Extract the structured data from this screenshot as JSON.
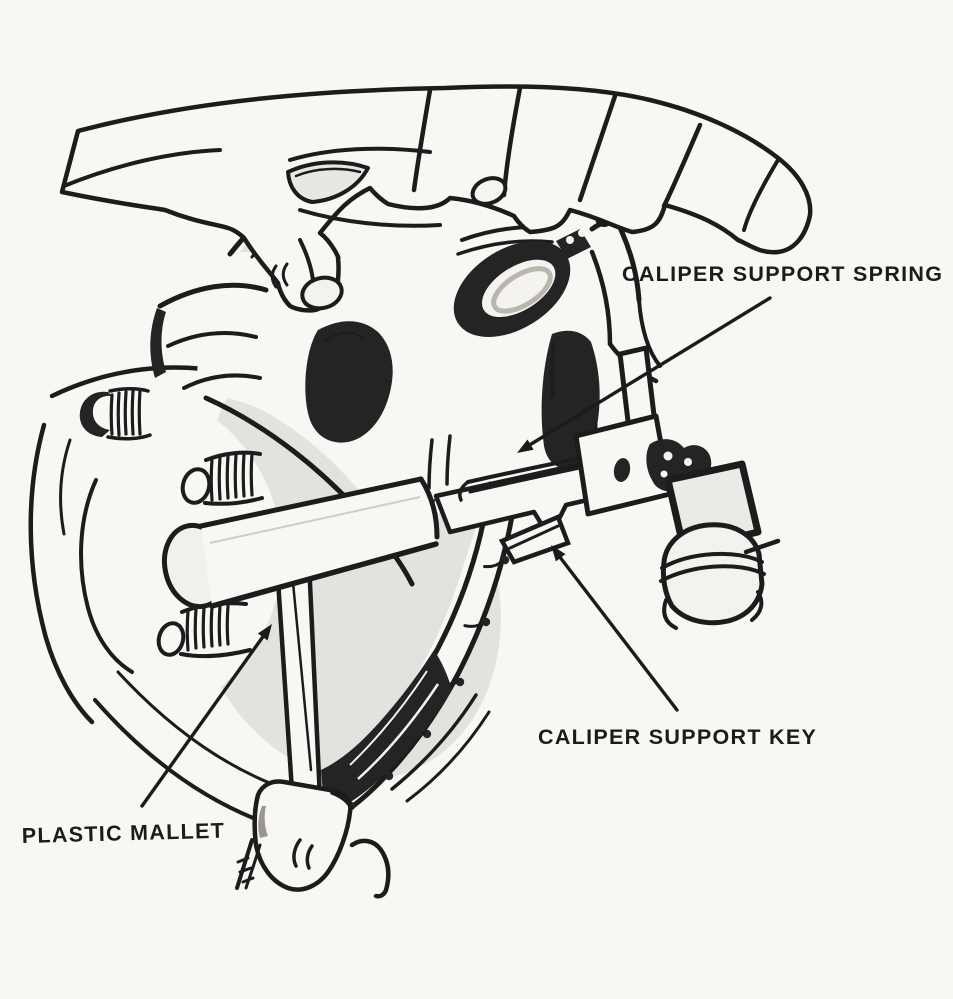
{
  "illustration": {
    "labels": {
      "spring": "CALIPER SUPPORT SPRING",
      "key": "CALIPER SUPPORT KEY",
      "mallet": "PLASTIC MALLET"
    },
    "colors": {
      "ink": "#1c1c1c",
      "paper": "#f8f7f4",
      "wash": "#e4e2de",
      "dark": "#242424"
    }
  }
}
